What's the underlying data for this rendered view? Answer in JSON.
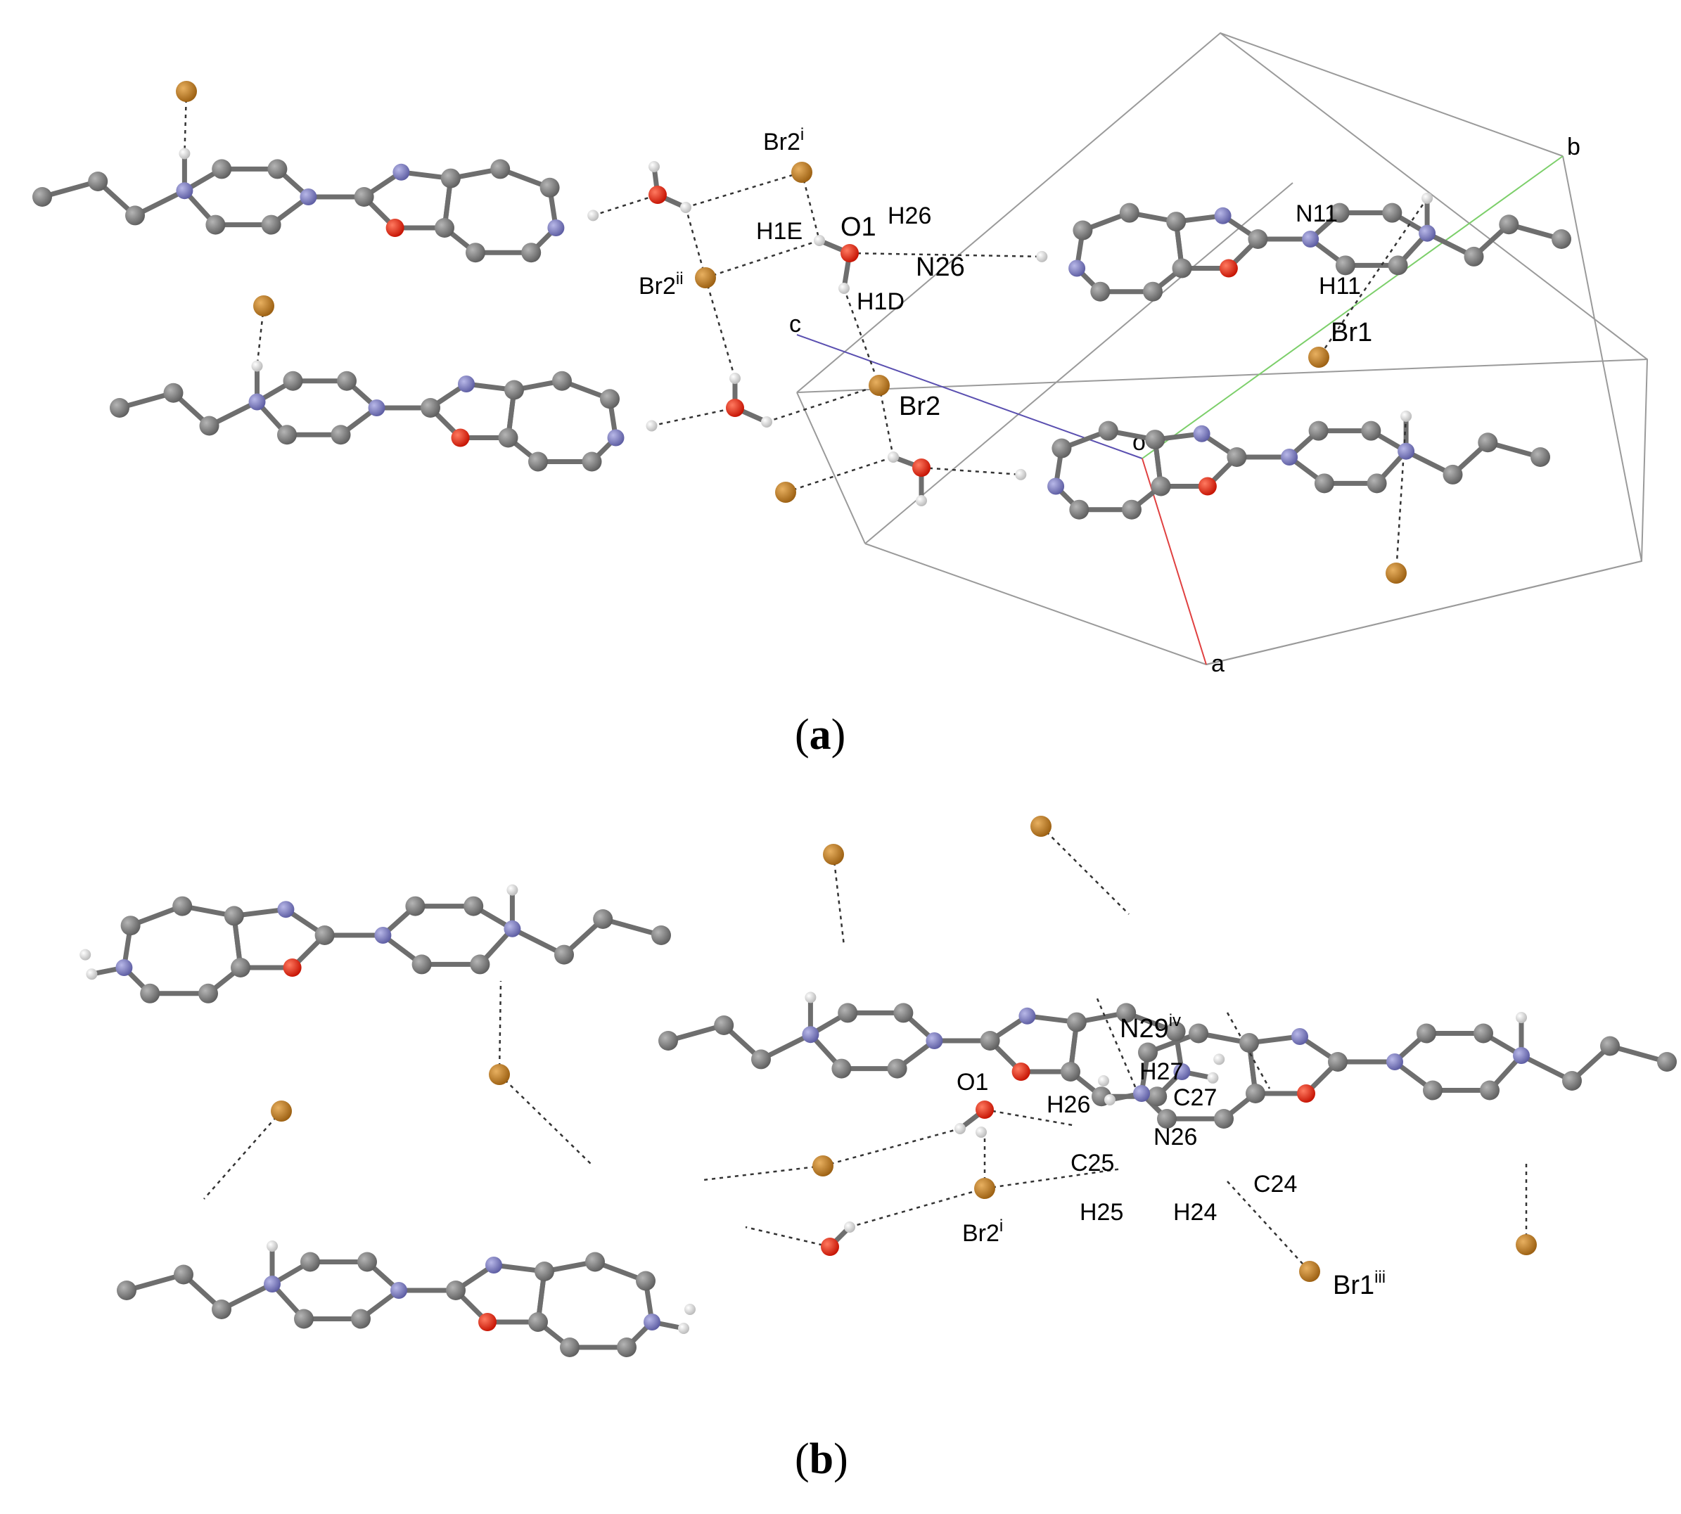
{
  "panels": [
    {
      "caption_open": "(",
      "caption_letter": "a",
      "caption_close": ")",
      "atom_labels": [
        {
          "base": "Br2",
          "sup": "i"
        },
        {
          "base": "H1E",
          "sup": ""
        },
        {
          "base": "O1",
          "sup": ""
        },
        {
          "base": "H26",
          "sup": ""
        },
        {
          "base": "N26",
          "sup": ""
        },
        {
          "base": "Br2",
          "sup": "ii"
        },
        {
          "base": "H1D",
          "sup": ""
        },
        {
          "base": "N11",
          "sup": ""
        },
        {
          "base": "H11",
          "sup": ""
        },
        {
          "base": "Br1",
          "sup": ""
        },
        {
          "base": "Br2",
          "sup": ""
        }
      ],
      "axis_labels": {
        "a": "a",
        "b": "b",
        "c": "c",
        "origin": "o"
      }
    },
    {
      "caption_open": "(",
      "caption_letter": "b",
      "caption_close": ")",
      "atom_labels": [
        {
          "base": "N29",
          "sup": "iv"
        },
        {
          "base": "H27",
          "sup": ""
        },
        {
          "base": "O1",
          "sup": ""
        },
        {
          "base": "H26",
          "sup": ""
        },
        {
          "base": "C27",
          "sup": ""
        },
        {
          "base": "N26",
          "sup": ""
        },
        {
          "base": "C25",
          "sup": ""
        },
        {
          "base": "Br2",
          "sup": "i"
        },
        {
          "base": "H25",
          "sup": ""
        },
        {
          "base": "H24",
          "sup": ""
        },
        {
          "base": "C24",
          "sup": ""
        },
        {
          "base": "Br1",
          "sup": "iii"
        }
      ]
    }
  ],
  "colors": {
    "carbon": "#7a7a7a",
    "nitrogen": "#7b7bbd",
    "oxygen": "#e02010",
    "bromine": "#b87822",
    "hydrogen": "#e6e6e6",
    "bond": "#6e6e6e",
    "cell": "#9a9a9a",
    "axis_a": "#e04040",
    "axis_b": "#7ccf6a",
    "axis_c": "#5a4fb0"
  }
}
